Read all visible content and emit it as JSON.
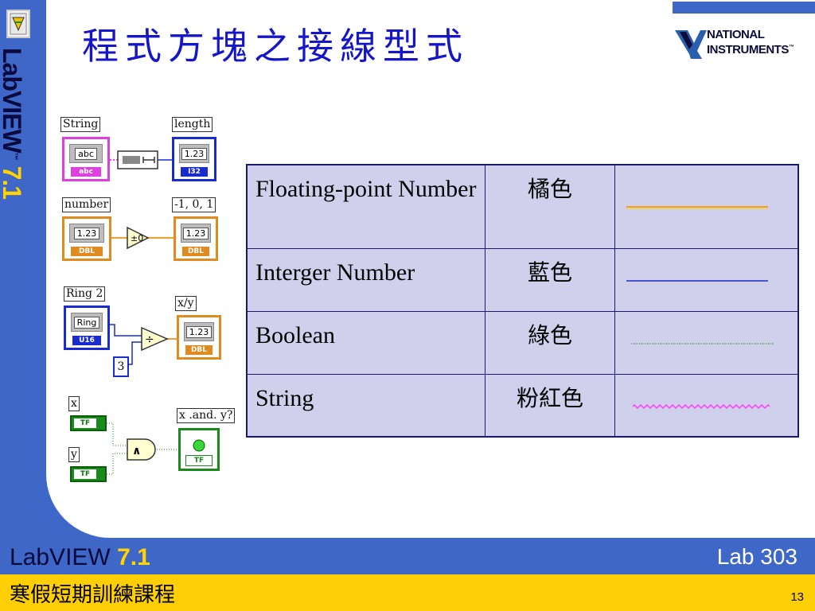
{
  "sidebar": {
    "brand": "LabVIEW",
    "tm": "™",
    "version": "7.1"
  },
  "title": "程式方塊之接線型式",
  "logo": {
    "line1": "NATIONAL",
    "line2": "INSTRUMENTS",
    "tm": "™"
  },
  "diagram": {
    "string_label": "String",
    "string_field": "abc",
    "string_tag": "abc",
    "length_label": "length",
    "length_field": "1.23",
    "length_tag": "I32",
    "number_label": "number",
    "number_field": "1.23",
    "number_tag": "DBL",
    "sign_label": "-1, 0, 1",
    "sign_field": "1.23",
    "sign_tag": "DBL",
    "ring_label": "Ring 2",
    "ring_field": "Ring",
    "ring_tag": "U16",
    "div_label": "x/y",
    "div_field": "1.23",
    "div_tag": "DBL",
    "const_value": "3",
    "x_label": "x",
    "y_label": "y",
    "tf_tag": "TF",
    "and_symbol": "∧",
    "and_label": "x .and. y?",
    "and_tag": "TF",
    "sign_symbol": "±0",
    "div_symbol": "÷"
  },
  "table": {
    "rows": [
      {
        "type": "Floating-point Number",
        "color": "橘色"
      },
      {
        "type": "Interger Number",
        "color": "藍色"
      },
      {
        "type": "Boolean",
        "color": "綠色"
      },
      {
        "type": "String",
        "color": "粉紅色"
      }
    ]
  },
  "wire_colors": {
    "float": "#f0a030",
    "integer": "#1a2cd0",
    "boolean": "#1a8a1a",
    "string": "#ff3cff"
  },
  "footer": {
    "brand": "LabVIEW",
    "version": "7.1",
    "lab": "Lab 303",
    "course": "寒假短期訓練課程",
    "page": "13"
  }
}
